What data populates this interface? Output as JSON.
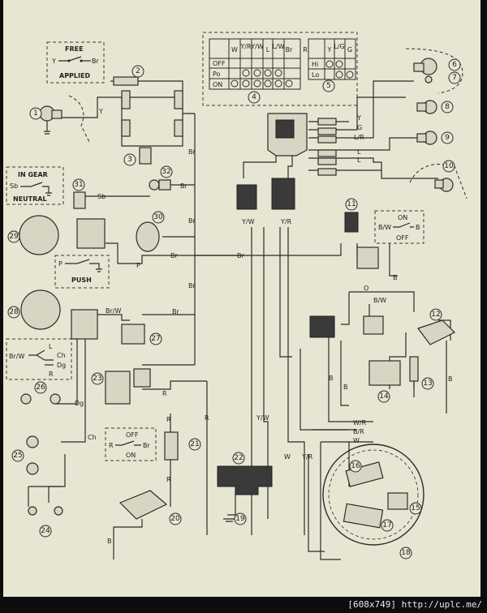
{
  "switch_free": {
    "title": "FREE",
    "y": "Y",
    "br": "Br",
    "state": "APPLIED"
  },
  "switch_gear": {
    "title": "IN GEAR",
    "sb": "Sb",
    "state": "NEUTRAL"
  },
  "switch_push": {
    "p": "P",
    "state": "PUSH"
  },
  "switch_horn": {
    "brw": "Br/W",
    "l": "L",
    "ch": "Ch",
    "dg": "Dg",
    "r": "R"
  },
  "switch_off_on": {
    "off": "OFF",
    "r": "R",
    "br": "Br",
    "on": "ON"
  },
  "switch_ign": {
    "on": "ON",
    "bw": "B/W",
    "b": "B",
    "off": "OFF"
  },
  "table_main": {
    "headers": [
      "W",
      "Y/R",
      "Y/W",
      "L",
      "L/W",
      "Br",
      "R"
    ],
    "rows": [
      "OFF",
      "Po",
      "ON"
    ]
  },
  "table_dimmer": {
    "headers": [
      "Y",
      "L/G",
      "G"
    ],
    "rows": [
      "Hi",
      "Lo"
    ]
  },
  "callouts": [
    "1",
    "2",
    "3",
    "4",
    "5",
    "6",
    "7",
    "8",
    "9",
    "10",
    "11",
    "12",
    "13",
    "14",
    "15",
    "16",
    "17",
    "18",
    "19",
    "20",
    "21",
    "22",
    "23",
    "24",
    "25",
    "26",
    "27",
    "28",
    "29",
    "30",
    "31",
    "32"
  ],
  "wires": {
    "y": "Y",
    "g": "G",
    "lr": "L/R",
    "l": "L",
    "br": "Br",
    "sb": "Sb",
    "p": "P",
    "yw": "Y/W",
    "yr": "Y/R",
    "brw": "Br/W",
    "dg": "Dg",
    "ch": "Ch",
    "r": "R",
    "b": "B",
    "w": "W",
    "bw": "B/W",
    "o": "O",
    "wr": "W/R",
    "br2": "B/R"
  },
  "footer": "[608x749] http://uplc.me/"
}
